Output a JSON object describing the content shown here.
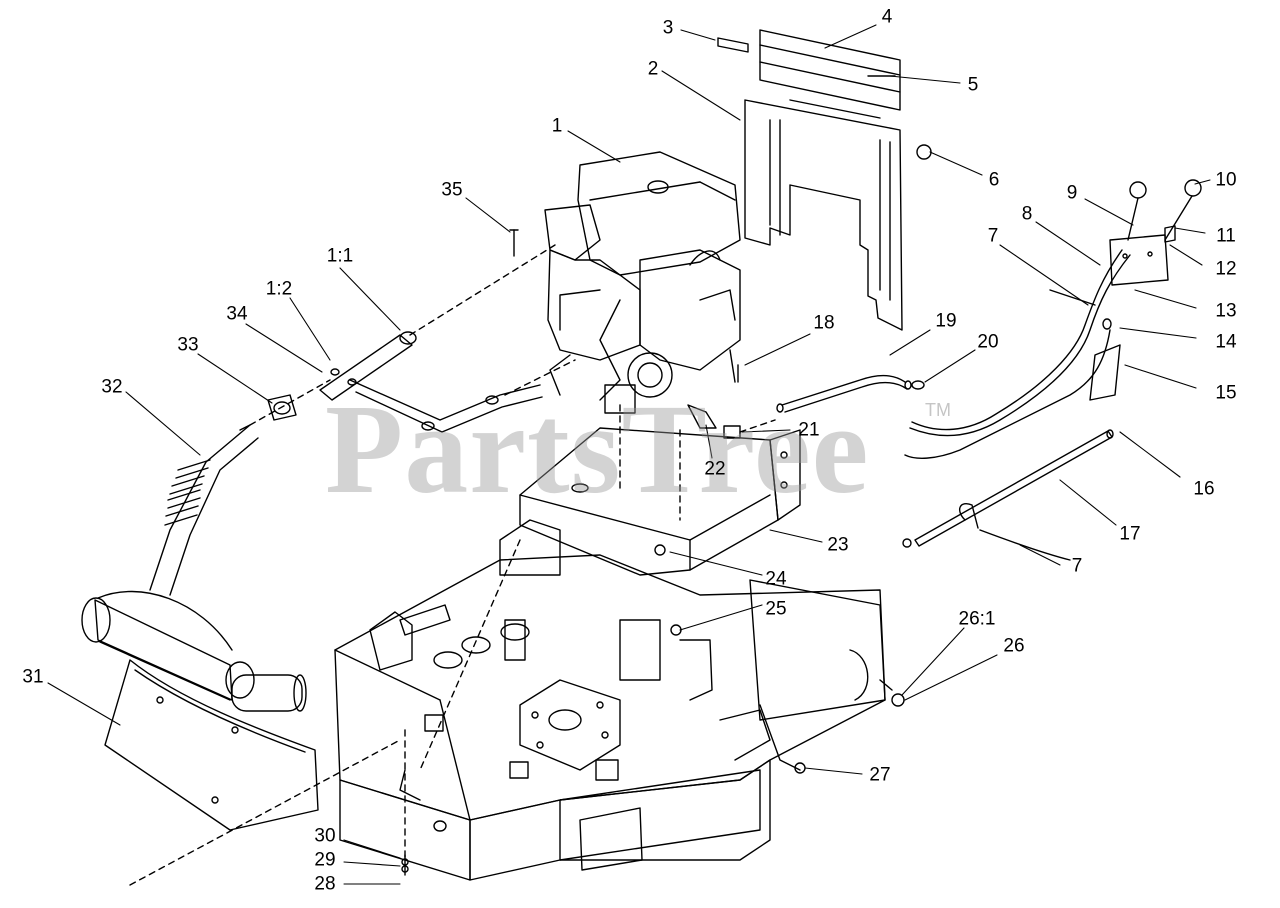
{
  "watermark": {
    "brand": "PartsTree",
    "tm": "TM"
  },
  "callouts": [
    {
      "label": "1"
    },
    {
      "label": "2"
    },
    {
      "label": "3"
    },
    {
      "label": "4"
    },
    {
      "label": "5"
    },
    {
      "label": "6"
    },
    {
      "label": "7"
    },
    {
      "label": "7"
    },
    {
      "label": "8"
    },
    {
      "label": "9"
    },
    {
      "label": "10"
    },
    {
      "label": "11"
    },
    {
      "label": "12"
    },
    {
      "label": "13"
    },
    {
      "label": "14"
    },
    {
      "label": "15"
    },
    {
      "label": "16"
    },
    {
      "label": "17"
    },
    {
      "label": "18"
    },
    {
      "label": "19"
    },
    {
      "label": "20"
    },
    {
      "label": "21"
    },
    {
      "label": "22"
    },
    {
      "label": "23"
    },
    {
      "label": "24"
    },
    {
      "label": "25"
    },
    {
      "label": "26:1"
    },
    {
      "label": "26"
    },
    {
      "label": "27"
    },
    {
      "label": "28"
    },
    {
      "label": "29"
    },
    {
      "label": "30"
    },
    {
      "label": "31"
    },
    {
      "label": "32"
    },
    {
      "label": "33"
    },
    {
      "label": "34"
    },
    {
      "label": "1:2"
    },
    {
      "label": "1:1"
    },
    {
      "label": "35"
    }
  ]
}
